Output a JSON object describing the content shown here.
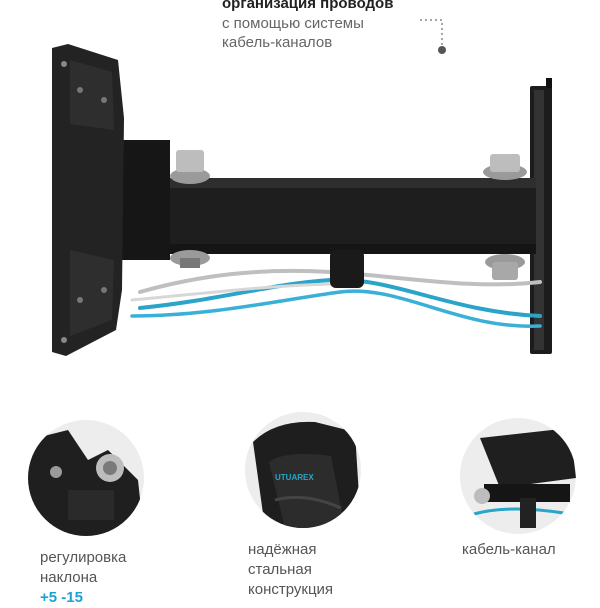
{
  "top_caption": {
    "line1": "организация проводов",
    "line2": "с помощью системы",
    "line3": "кабель-каналов"
  },
  "features": [
    {
      "line1": "регулировка",
      "line2": "наклона",
      "value": "+5 -15"
    },
    {
      "line1": "надёжная",
      "line2": "стальная",
      "line3": "конструкция"
    },
    {
      "line1": "кабель-канал"
    }
  ],
  "brand_mark": "UTUAREX",
  "colors": {
    "accent": "#1aa3d9",
    "steel": "#1f1f1f",
    "bg": "#ffffff"
  }
}
